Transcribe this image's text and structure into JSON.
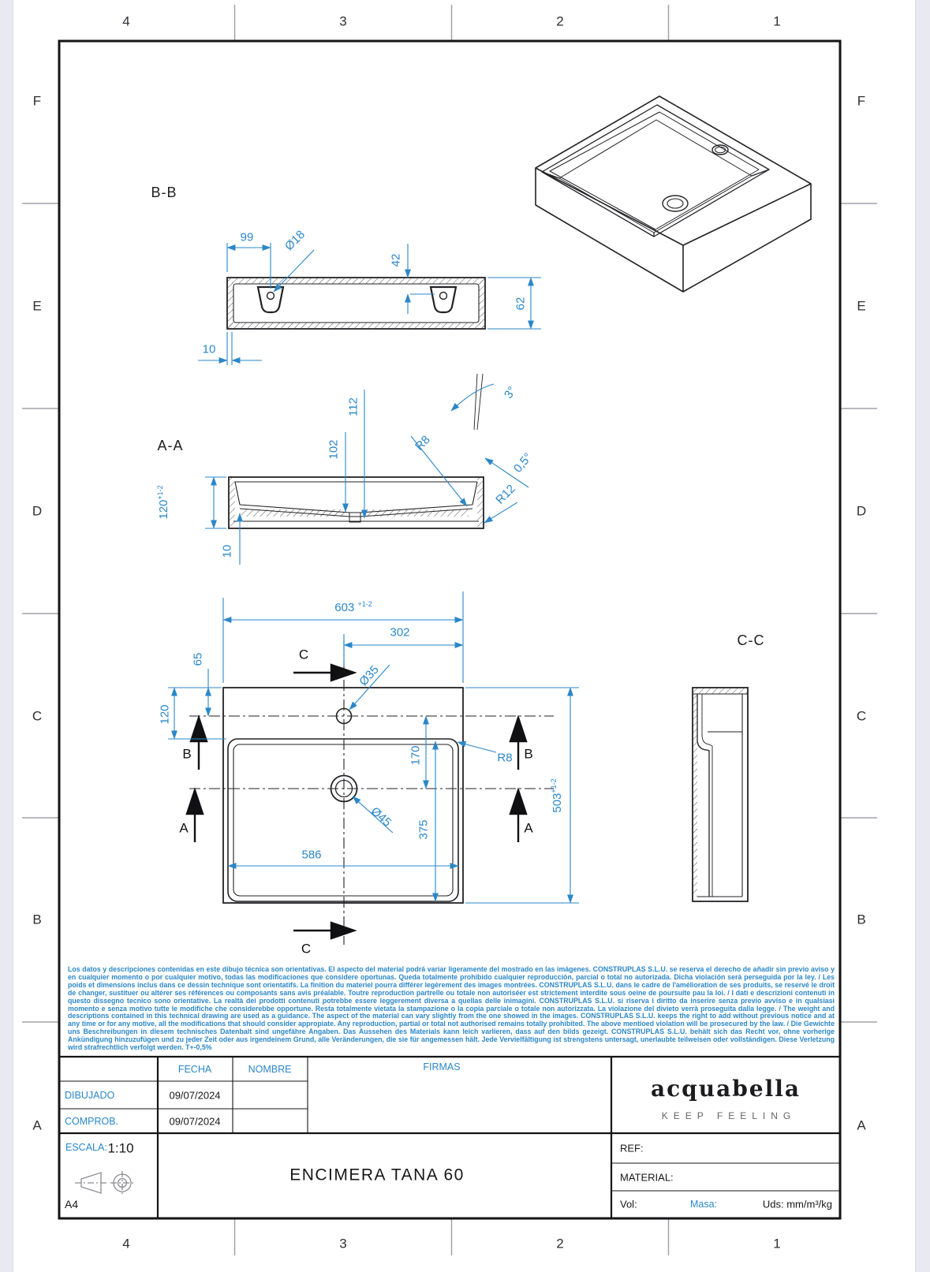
{
  "page": {
    "accent_blue": "#2b87c8",
    "zone_cols": [
      "4",
      "3",
      "2",
      "1"
    ],
    "zone_rows": [
      "F",
      "E",
      "D",
      "C",
      "B",
      "A"
    ]
  },
  "views": {
    "bb": {
      "label": "B-B",
      "d_slot_offset": "99",
      "d_slot_hole": "Ø18",
      "d_hole_depth": "42",
      "d_height": "62",
      "d_wall": "10"
    },
    "aa": {
      "label": "A-A",
      "d_depth_inner": "102",
      "d_depth_total": "112",
      "a_wall_taper": "3°",
      "a_floor_slope": "0,5°",
      "r_inner_corner": "R8",
      "r_bottom_corner": "R12",
      "d_height": "120",
      "d_height_tol": "+1-2",
      "d_floor": "10"
    },
    "plan": {
      "d_width": "603",
      "d_width_tol": "+1-2",
      "d_faucet_x": "302",
      "d_faucet_y": "65",
      "d_basin_top": "120",
      "d_faucet_hole": "Ø35",
      "d_faucet_to_drain": "170",
      "r_corner": "R8",
      "d_depth": "503",
      "d_depth_tol": "+1-2",
      "d_drain_hole": "Ø45",
      "d_basin_h": "375",
      "d_basin_w": "586",
      "sec_c": "C",
      "sec_b": "B",
      "sec_a": "A"
    },
    "cc": {
      "label": "C-C"
    }
  },
  "legal": {
    "text": "Los datos y descripciones contenidas en este dibujo técnica son orientativas. El aspecto del material podrá variar ligeramente del mostrado en las imágenes. CONSTRUPLAS S.L.U. se reserva el derecho de añadir sin previo aviso y en cualquier momento o por cualquier motivo, todas las modificaciones que considere oportunas. Queda totalmente prohibido cualquier reproducción, parcial o total no autorizada. Dicha violación será perseguida por la ley. / Les poids et dimensions inclus dans ce dessin technique sont orientatifs. La finition du materiel pourra différer legèrement des images montrées. CONSTRUPLAS S.L.U. dans le cadre de l'amélioration de ses produits, se reservé le droit de changer, sustituer ou altérer ses références ou composants sans avis préalable. Toutre reproduction partrelle ou totale non autoriséer est strictement interdite sous oeine de poursuite pau la loi. / I dati e descrizioni contenuti in questo dissegno tecnico sono orientative. La realtà dei prodotti contenuti potrebbe essere leggerement diversa a quellas delle inimagini. CONSTRUPLAS S.L.U. si riserva i diritto da inserire senza previo avviso e in qualsiasi momento e senza motivo tutte le modifiche che considerebbe opportune. Resta totalmente vietata la stampazione o la copia parciale o totale non autorizzata. La violazione del divieto verrà proseguita dalla legge. / The weight and descriptions contained in this technical drawing are used as a guidance. The aspect of the material can vary slightly from the one showed in the images. CONSTRUPLAS S.L.U. keeps the right to add without previous notice and at any time or for any motive, all the modifications that should consider appropiate. Any reproduction, partial or total not authorised remains totally prohibited. The above mentioed violation will be prosecured by the law. / Die Gewichte uns Beschreibungen in diesem technisches Datenbalt sind ungefähre Angaben. Das Aussehen des Materials kann leich varlieren, dass auf den bilds gezeigt. CONSTRUPLAS S.L.U. behält sich das Recht vor, ohne vorherige Ankündigung hinzuzufügen und zu jeder Zeit oder aus irgendeinem Grund, alle Veränderungen, die sie für angemessen hält. Jede Vervielfältigung ist strengstens untersagt, unerlaubte teilweisen oder vollständigen. Diese Verletzung wird strafrechtlich verfolgt werden. T+-0,5%"
  },
  "title_block": {
    "col_fecha": "FECHA",
    "col_nombre": "NOMBRE",
    "col_firmas": "FIRMAS",
    "row_dibujado": "DIBUJADO",
    "row_comprob": "COMPROB.",
    "date_dibujado": "09/07/2024",
    "date_comprob": "09/07/2024",
    "escala_label": "ESCALA:",
    "escala_value": "1:10",
    "sheet_size": "A4",
    "drawing_title": "ENCIMERA TANA 60",
    "brand_name": "acquabella",
    "brand_tagline": "KEEP FEELING",
    "ref_label": "REF:",
    "material_label": "MATERIAL:",
    "vol_label": "Vol:",
    "masa_label": "Masa:",
    "uds_label": "Uds: mm/m³/kg"
  }
}
